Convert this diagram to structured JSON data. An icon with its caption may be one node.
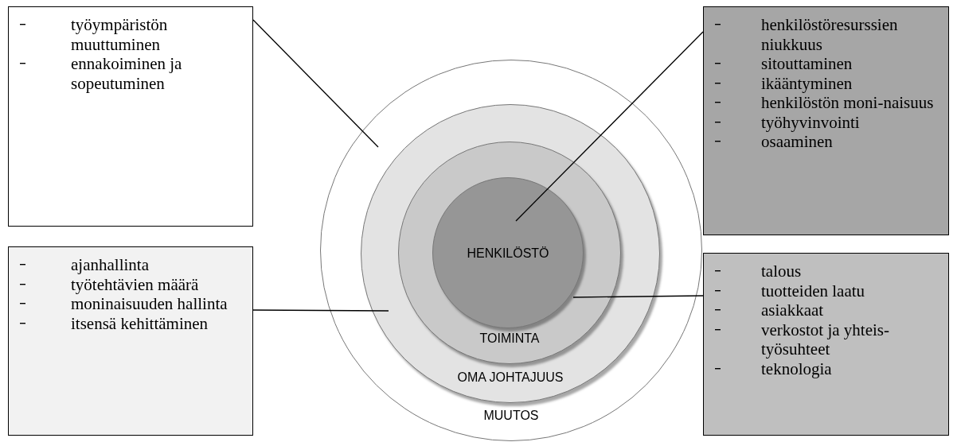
{
  "diagram": {
    "nodes": [
      {
        "text": [
          "työympäristön muuttuminen",
          "ennakoiminen ja sopeutuminen"
        ]
      },
      {
        "text": [
          "MUUTOS"
        ]
      },
      {
        "text": [
          "OMA JOHTAJUUS"
        ],
        "in": 1
      },
      {
        "text": [
          "TOIMINTA"
        ],
        "in": 2
      },
      {
        "text": [
          "HENKILÖSTÖ"
        ],
        "in": 3
      },
      {
        "text": [
          "henkilöstöresurssien niukkuus",
          "sitouttaminen",
          "ikääntyminen",
          "henkilöstön moni-naisuus",
          "työhyvinvointi",
          "osaaminen"
        ]
      },
      {
        "text": [
          "ajanhallinta",
          "työtehtävien määrä",
          "moninaisuuden hallinta",
          "itsensä kehittäminen"
        ]
      },
      {
        "text": [
          "talous",
          "tuotteiden laatu",
          "asiakkaat",
          "verkostot ja yhteis-työsuhteet",
          "teknologia"
        ]
      }
    ],
    "edges": [
      {
        "from": 0,
        "to": 1,
        "arrow": "none"
      },
      {
        "from": 5,
        "to": 4,
        "arrow": "none"
      },
      {
        "from": 6,
        "to": 2,
        "arrow": "none"
      },
      {
        "from": 7,
        "to": 3,
        "arrow": "none"
      }
    ]
  }
}
